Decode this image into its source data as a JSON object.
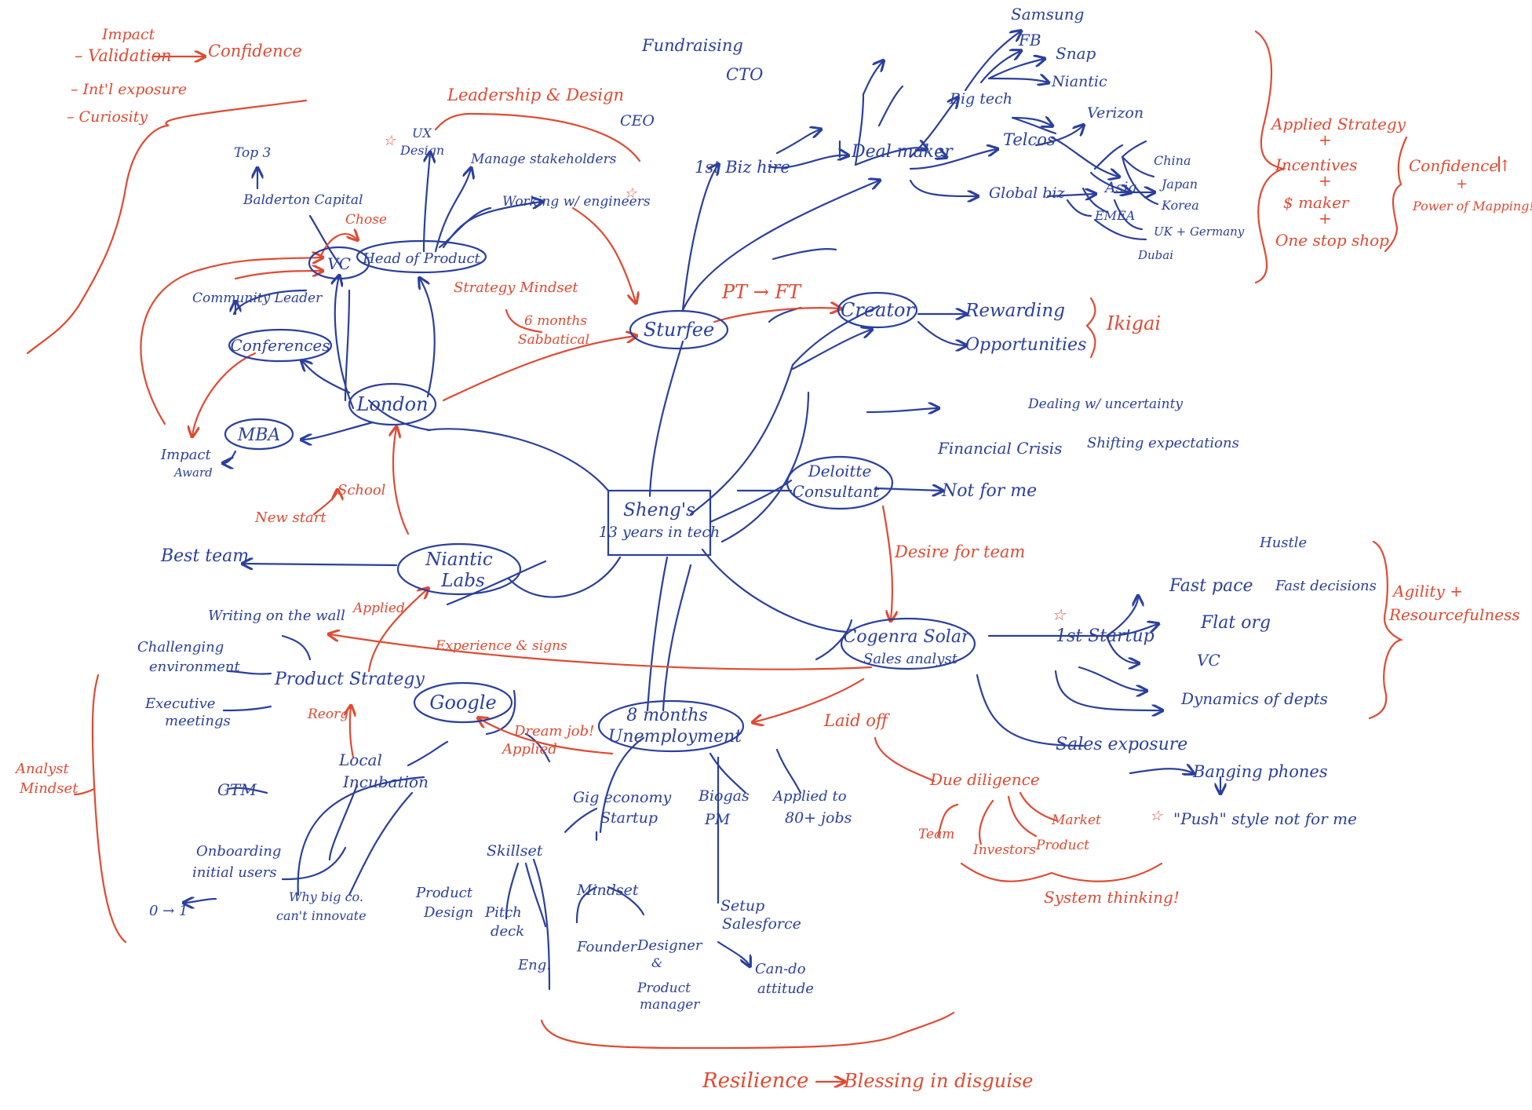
{
  "colors": {
    "blue": "#2a3f9e",
    "red": "#e04a32"
  },
  "labels": {
    "center_1": "Sheng's",
    "center_2": "13 years in tech",
    "london": "London",
    "niantic_1": "Niantic",
    "niantic_2": "Labs",
    "google": "Google",
    "sturfee": "Sturfee",
    "creator": "Creator",
    "rewarding": "Rewarding",
    "opportunities": "Opportunities",
    "ikigai": "Ikigai",
    "pt_ft": "PT → FT",
    "deloitte_1": "Deloitte",
    "deloitte_2": "Consultant",
    "financial_crisis": "Financial Crisis",
    "dealing_uncertainty": "Dealing w/ uncertainty",
    "shifting_expectations": "Shifting expectations",
    "not_for_me": "Not for me",
    "desire_for_team": "Desire for team",
    "cogenra_1": "Cogenra Solar",
    "cogenra_2": "Sales analyst",
    "first_startup": "1st Startup",
    "fast_pace": "Fast pace",
    "hustle": "Hustle",
    "fast_decisions": "Fast decisions",
    "flat_org": "Flat org",
    "vc_startup": "VC",
    "dynamics_of_depts": "Dynamics of depts",
    "agility_1": "Agility +",
    "agility_2": "Resourcefulness",
    "sales_exposure": "Sales exposure",
    "banging_phones": "Banging phones",
    "push_style": "\"Push\" style not for me",
    "laid_off": "Laid off",
    "due_diligence": "Due diligence",
    "team": "Team",
    "investors": "Investors",
    "product_dd": "Product",
    "market": "Market",
    "system_thinking": "System thinking!",
    "unemployment_1": "8 months",
    "unemployment_2": "Unemployment",
    "dream_job": "Dream job!",
    "applied_google": "Applied",
    "gig_1": "Gig economy",
    "gig_2": "Startup",
    "biogas_1": "Biogas",
    "biogas_2": "PM",
    "applied_jobs_1": "Applied to",
    "applied_jobs_2": "80+ jobs",
    "skillset": "Skillset",
    "product_design_1": "Product",
    "product_design_2": "Design",
    "pitch_1": "Pitch",
    "pitch_2": "deck",
    "eng": "Eng.",
    "mindset": "Mindset",
    "founder": "Founder",
    "designer_1": "Designer",
    "designer_2": "&",
    "designer_3": "Product",
    "designer_4": "manager",
    "setup_1": "Setup",
    "setup_2": "Salesforce",
    "cando_1": "Can-do",
    "cando_2": "attitude",
    "resilience": "Resilience",
    "blessing": "Blessing in disguise",
    "experience_signs": "Experience & signs",
    "product_strategy": "Product Strategy",
    "writing_wall": "Writing on the wall",
    "challenging_1": "Challenging",
    "challenging_2": "environment",
    "executive_1": "Executive",
    "executive_2": "meetings",
    "reorg": "Reorg",
    "applied_niantic": "Applied",
    "local_1": "Local",
    "local_2": "Incubation",
    "gtm": "GTM",
    "onboarding_1": "Onboarding",
    "onboarding_2": "initial users",
    "zero_one": "0 → 1",
    "why_big_1": "Why big co.",
    "why_big_2": "can't innovate",
    "analyst_1": "Analyst",
    "analyst_2": "Mindset",
    "best_team": "Best team",
    "school": "School",
    "new_start": "New start",
    "mba": "MBA",
    "impact_award_1": "Impact",
    "impact_award_2": "Award",
    "conferences": "Conferences",
    "community_leader": "Community Leader",
    "vc": "VC",
    "head_of_product": "Head of Product",
    "chose": "Chose",
    "balderton": "Balderton Capital",
    "top3": "Top 3",
    "ux_1": "UX",
    "ux_2": "Design",
    "manage_stakeholders": "Manage stakeholders",
    "working_engineers": "Working w/ engineers",
    "leadership_design": "Leadership & Design",
    "strategy_mindset": "Strategy Mindset",
    "sabbatical_1": "6 months",
    "sabbatical_2": "Sabbatical",
    "first_biz_hire": "1st Biz hire",
    "ceo": "CEO",
    "cto": "CTO",
    "fundraising": "Fundraising",
    "deal_maker": "Deal maker",
    "big_tech": "Big tech",
    "samsung": "Samsung",
    "fb": "FB",
    "snap": "Snap",
    "niantic_bt": "Niantic",
    "telcos": "Telcos",
    "verizon": "Verizon",
    "global_biz": "Global biz",
    "asia": "Asia",
    "china": "China",
    "japan": "Japan",
    "korea": "Korea",
    "emea": "EMEA",
    "uk_germany": "UK + Germany",
    "dubai": "Dubai",
    "applied_strategy": "Applied Strategy",
    "plus_1": "+",
    "incentives": "Incentives",
    "plus_2": "+",
    "dollar_maker": "$ maker",
    "plus_3": "+",
    "one_stop_shop": "One stop shop",
    "confidence_up": "Confidence↑",
    "plus_4": "+",
    "power_of_mapping": "Power of Mapping!",
    "impact": "Impact",
    "validation": "– Validation",
    "confidence": "Confidence",
    "intl_exposure": "– Int'l exposure",
    "curiosity": "– Curiosity",
    "star": "☆"
  }
}
